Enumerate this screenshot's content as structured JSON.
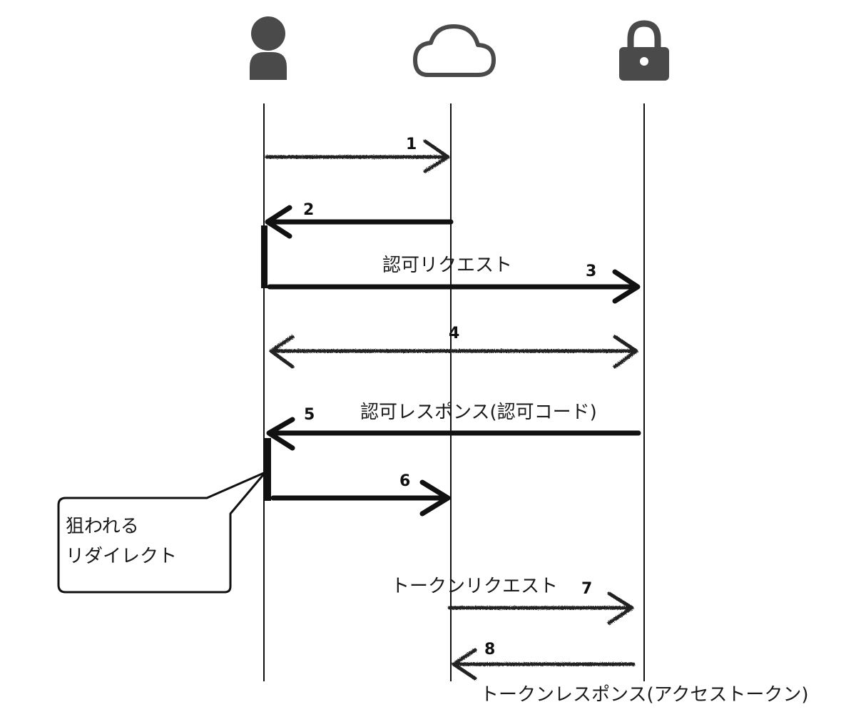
{
  "participants": [
    {
      "icon": "user-icon"
    },
    {
      "icon": "cloud-icon"
    },
    {
      "icon": "lock-icon"
    }
  ],
  "messages": [
    {
      "number": "1",
      "label": ""
    },
    {
      "number": "2",
      "label": ""
    },
    {
      "number": "3",
      "label": "認可リクエスト"
    },
    {
      "number": "4",
      "label": ""
    },
    {
      "number": "5",
      "label": "認可レスポンス(認可コード)"
    },
    {
      "number": "6",
      "label": ""
    },
    {
      "number": "7",
      "label": "トークンリクエスト"
    },
    {
      "number": "8",
      "label": "トークンレスポンス(アクセストークン)"
    }
  ],
  "callout": {
    "line1": "狙われる",
    "line2": "リダイレクト"
  },
  "colors": {
    "icon": "#4a4a4a",
    "line": "#111111",
    "text": "#1a1a1a"
  }
}
